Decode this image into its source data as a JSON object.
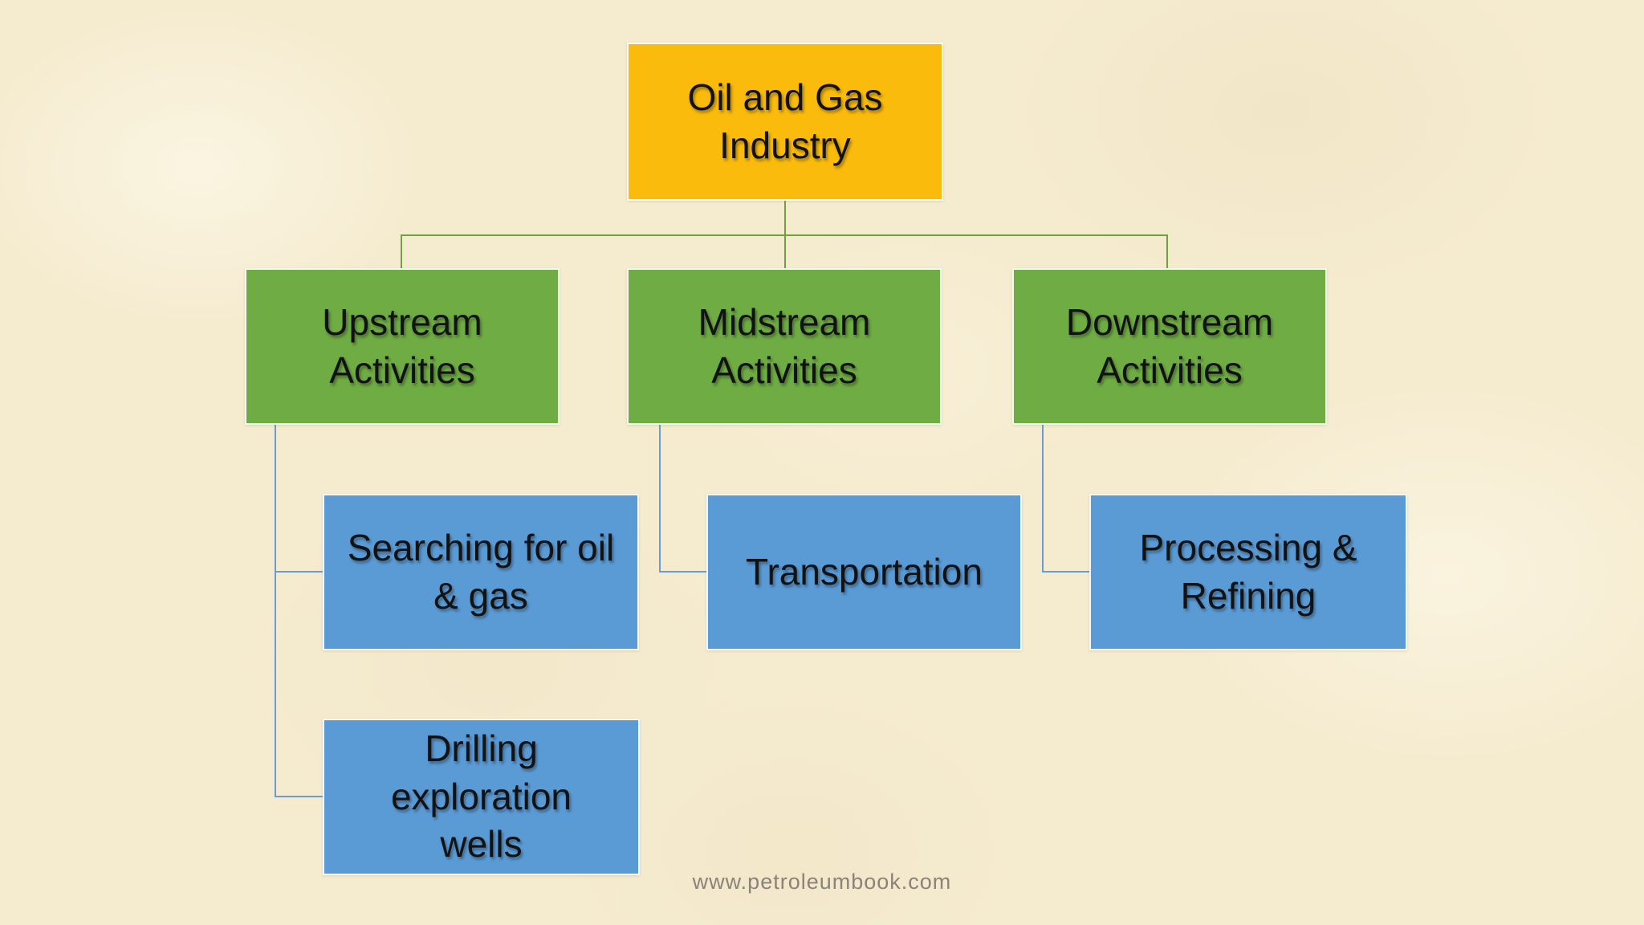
{
  "diagram": {
    "root": {
      "label": "Oil and Gas\nIndustry",
      "fill": "#FABB0C"
    },
    "branches": [
      {
        "label": "Upstream\nActivities",
        "fill": "#6FAC44",
        "children": [
          {
            "label": "Searching for oil\n& gas",
            "fill": "#5B9BD5"
          },
          {
            "label": "Drilling\nexploration\nwells",
            "fill": "#5B9BD5"
          }
        ]
      },
      {
        "label": "Midstream\nActivities",
        "fill": "#6FAC44",
        "children": [
          {
            "label": "Transportation",
            "fill": "#5B9BD5"
          }
        ]
      },
      {
        "label": "Downstream\nActivities",
        "fill": "#6FAC44",
        "children": [
          {
            "label": "Processing &\nRefining",
            "fill": "#5B9BD5"
          }
        ]
      }
    ],
    "connector_colors": {
      "level1": "#6EA23C",
      "level2": "#6C9BD3"
    },
    "text_color": "#121212",
    "box_border_color": "#FFFFFF"
  },
  "background_color": "#F5EBCF",
  "watermark": {
    "label": "www.petroleumbook.com",
    "color": "#8A8379"
  }
}
